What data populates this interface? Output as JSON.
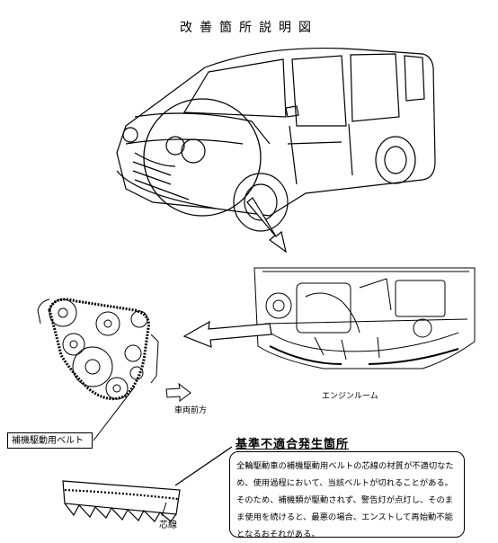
{
  "title": "改善箇所説明図",
  "labels": {
    "engine_room": "エンジンルーム",
    "vehicle_front": "車両前方",
    "belt": "補機駆動用ベルト",
    "core_wire": "芯線"
  },
  "defect": {
    "heading": "基準不適合発生箇所",
    "text": "全輪駆動車の補機駆動用ベルトの芯線の材質が不適切なため、使用過程において、当該ベルトが切れることがある。そのため、補機類が駆動されず、警告灯が点灯し、そのまま使用を続けると、最悪の場合、エンストして再始動不能となるおそれがある。"
  }
}
